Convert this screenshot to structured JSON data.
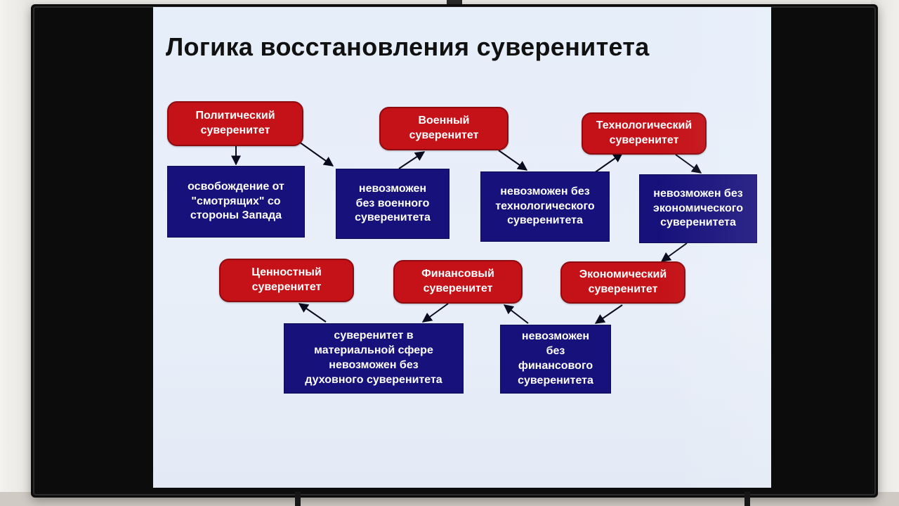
{
  "slide": {
    "title": "Логика восстановления суверенитета"
  },
  "nodes": {
    "political": {
      "line1": "Политический",
      "line2": "суверенитет"
    },
    "military": {
      "line1": "Военный",
      "line2": "суверенитет"
    },
    "technological": {
      "line1": "Технологический",
      "line2": "суверенитет"
    },
    "values": {
      "line1": "Ценностный",
      "line2": "суверенитет"
    },
    "financial": {
      "line1": "Финансовый",
      "line2": "суверенитет"
    },
    "economic": {
      "line1": "Экономический",
      "line2": "суверенитет"
    }
  },
  "conditions": {
    "liberation": {
      "line1": "освобождение от",
      "line2": "\"смотрящих\" со",
      "line3": "стороны Запада"
    },
    "no_military": {
      "line1": "невозможен",
      "line2": "без военного",
      "line3": "суверенитета"
    },
    "no_technological": {
      "line1": "невозможен без",
      "line2": "технологического",
      "line3": "суверенитета"
    },
    "no_economic": {
      "line1": "невозможен без",
      "line2": "экономического",
      "line3": "суверенитета"
    },
    "material_sphere": {
      "line1": "суверенитет в",
      "line2": "материальной сфере",
      "line3": "невозможен без",
      "line4": "духовного суверенитета"
    },
    "no_financial": {
      "line1": "невозможен",
      "line2": "без",
      "line3": "финансового",
      "line4": "суверенитета"
    }
  },
  "colors": {
    "sovereignty_box": "#c41218",
    "condition_box": "#17117c",
    "arrow": "#0a0a1e",
    "slide_background": "#e6eefa"
  }
}
